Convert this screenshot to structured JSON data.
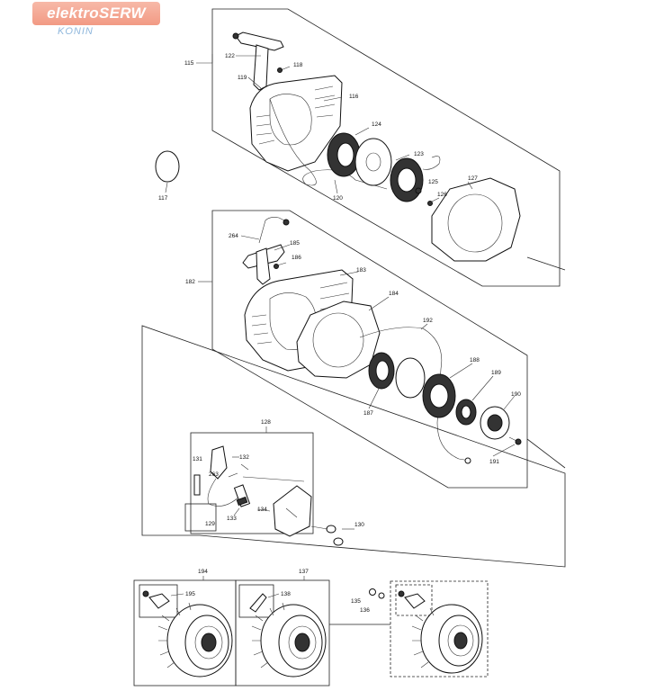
{
  "logo": {
    "main": "elektroSERW",
    "sub": "KONIN",
    "color": "#f29a84"
  },
  "labels": {
    "l115": "115",
    "l116": "116",
    "l117": "117",
    "l118": "118",
    "l119": "119",
    "l120": "120",
    "l122": "122",
    "l123": "123",
    "l124": "124",
    "l125": "125",
    "l126": "126",
    "l127": "127",
    "l182": "182",
    "l183": "183",
    "l184": "184",
    "l185": "185",
    "l186": "186",
    "l187": "187",
    "l188": "188",
    "l189": "189",
    "l190": "190",
    "l191": "191",
    "l192": "192",
    "l264": "264",
    "l128": "128",
    "l129": "129",
    "l130": "130",
    "l131": "131",
    "l132": "132",
    "l133": "133",
    "l134": "134",
    "l263": "263",
    "l194": "194",
    "l195": "195",
    "l137": "137",
    "l138": "138",
    "l135": "135",
    "l136": "136"
  }
}
